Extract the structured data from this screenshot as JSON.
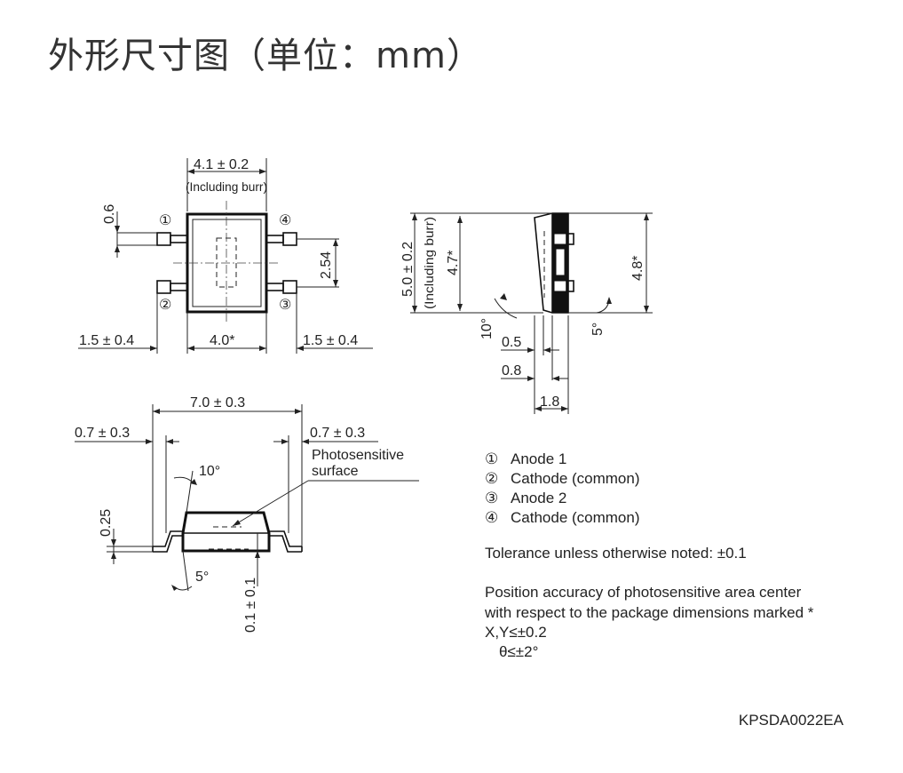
{
  "title": "外形尺寸图（单位：mm）",
  "top_view": {
    "width": "4.1 ± 0.2",
    "burr": "(Including burr)",
    "lead_h": "0.6",
    "pitch": "2.54",
    "lead_left": "1.5 ± 0.4",
    "body": "4.0*",
    "lead_right": "1.5 ± 0.4",
    "pin1": "①",
    "pin2": "②",
    "pin3": "③",
    "pin4": "④"
  },
  "side_view": {
    "height": "5.0 ± 0.2",
    "burr": "(Including burr)",
    "inner_h": "4.7*",
    "right_h": "4.8*",
    "angle_left": "10°",
    "angle_right": "5°",
    "d1": "0.5",
    "d2": "0.8",
    "d3": "1.8"
  },
  "front_view": {
    "width": "7.0 ± 0.3",
    "lead_left": "0.7 ± 0.3",
    "lead_right": "0.7 ± 0.3",
    "angle_top": "10°",
    "angle_bottom": "5°",
    "lead_t": "0.25",
    "standoff": "0.1 ± 0.1",
    "photo_line1": "Photosensitive",
    "photo_line2": "surface"
  },
  "legend": [
    {
      "num": "①",
      "label": "Anode 1"
    },
    {
      "num": "②",
      "label": "Cathode (common)"
    },
    {
      "num": "③",
      "label": "Anode 2"
    },
    {
      "num": "④",
      "label": "Cathode (common)"
    }
  ],
  "tolerance": "Tolerance unless otherwise noted: ±0.1",
  "position_note": {
    "line1": "Position accuracy of photosensitive area center",
    "line2": "with respect to the package dimensions marked *",
    "line3": "X,Y≤±0.2",
    "line4": "θ≤±2°"
  },
  "code": "KPSDA0022EA"
}
